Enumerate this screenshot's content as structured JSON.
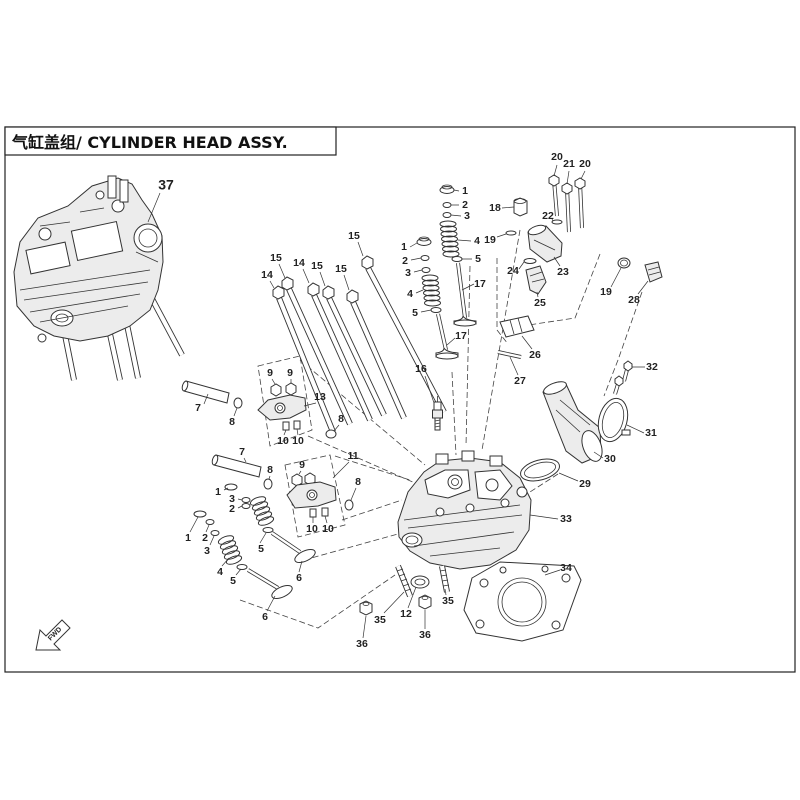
{
  "title": "气缸盖组/ CYLINDER HEAD ASSY.",
  "fwd_label": "FWD",
  "callouts": [
    "37",
    "20",
    "21",
    "20",
    "1",
    "2",
    "3",
    "18",
    "22",
    "19",
    "1",
    "4",
    "2",
    "5",
    "3",
    "15",
    "15",
    "14",
    "15",
    "15",
    "14",
    "24",
    "23",
    "4",
    "17",
    "19",
    "28",
    "25",
    "5",
    "17",
    "26",
    "16",
    "27",
    "32",
    "9",
    "9",
    "7",
    "8",
    "13",
    "8",
    "10",
    "10",
    "31",
    "30",
    "7",
    "8",
    "9",
    "11",
    "29",
    "8",
    "1",
    "3",
    "2",
    "10",
    "10",
    "33",
    "1",
    "2",
    "3",
    "5",
    "4",
    "6",
    "5",
    "34",
    "35",
    "12",
    "35",
    "6",
    "36",
    "36"
  ]
}
